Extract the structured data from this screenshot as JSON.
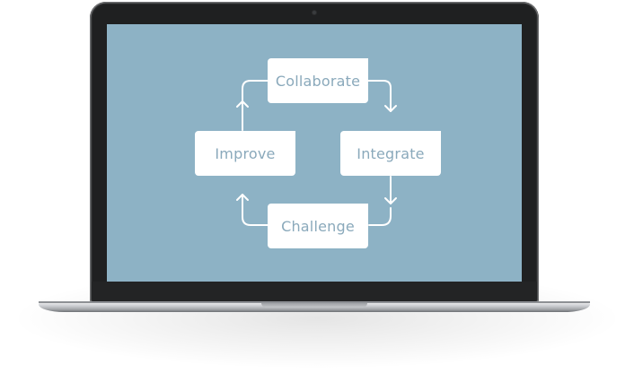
{
  "diagram": {
    "nodes": [
      {
        "id": "collaborate",
        "label": "Collaborate"
      },
      {
        "id": "integrate",
        "label": "Integrate"
      },
      {
        "id": "challenge",
        "label": "Challenge"
      },
      {
        "id": "improve",
        "label": "Improve"
      }
    ],
    "edges": [
      {
        "from": "collaborate",
        "to": "integrate"
      },
      {
        "from": "integrate",
        "to": "challenge"
      },
      {
        "from": "challenge",
        "to": "improve"
      },
      {
        "from": "improve",
        "to": "collaborate"
      }
    ]
  },
  "colors": {
    "screen": "#8db2c5",
    "node_fill": "#ffffff",
    "node_text": "#8aa9bb",
    "arrow": "#ffffff",
    "laptop_frame": "#1f2021"
  }
}
